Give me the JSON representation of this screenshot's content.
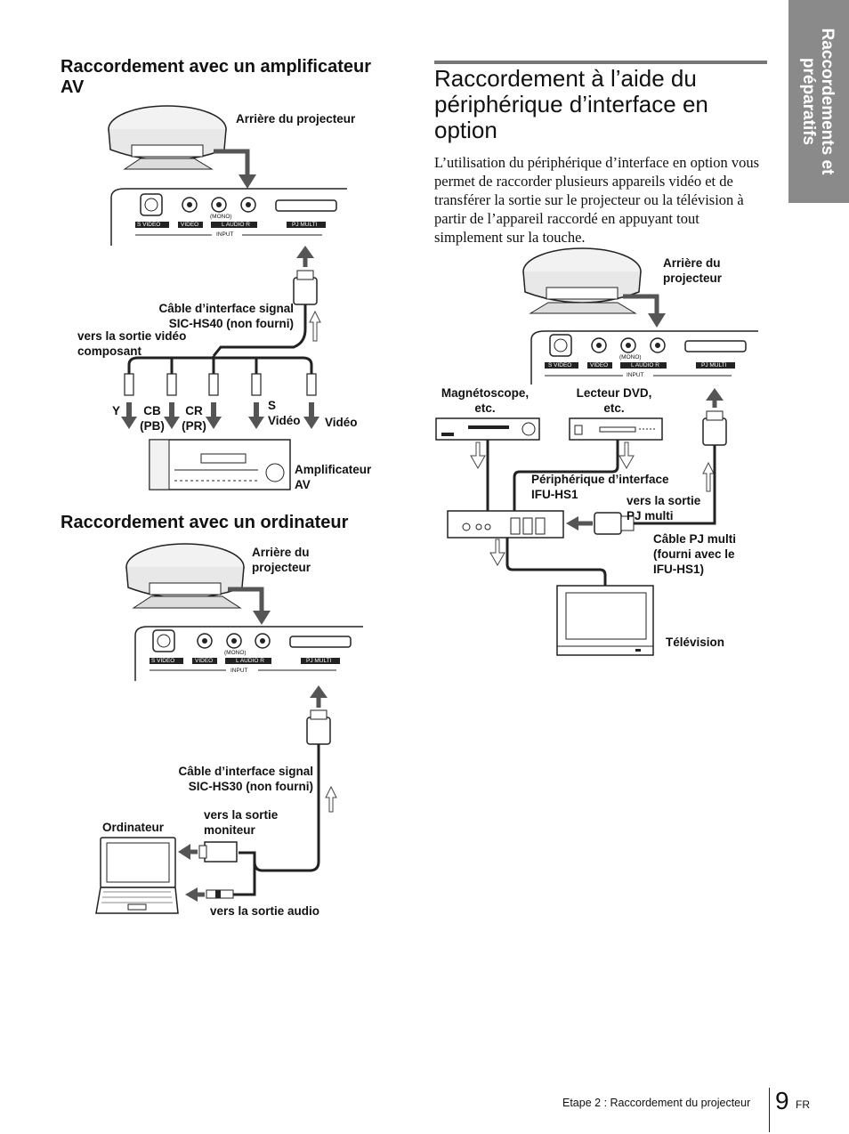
{
  "side_tab": {
    "line1": "Raccordements et",
    "line2": "préparatifs"
  },
  "left": {
    "sec1": {
      "title": "Raccordement avec un amplificateur AV",
      "rear": "Arrière du projecteur",
      "cable": "Câble d’interface signal SIC-HS40 (non fourni)",
      "to_component": "vers la sortie vidéo composant",
      "conn_y": "Y",
      "conn_cb": "CB (PB)",
      "conn_cr": "CR (PR)",
      "conn_s": "S Vidéo",
      "conn_video": "Vidéo",
      "amp": "Amplificateur AV"
    },
    "sec2": {
      "title": "Raccordement avec un ordinateur",
      "rear": "Arrière du projecteur",
      "cable": "Câble d’interface signal SIC-HS30 (non fourni)",
      "computer": "Ordinateur",
      "to_monitor": "vers la sortie moniteur",
      "to_audio": "vers la sortie audio"
    }
  },
  "right": {
    "title": "Raccordement à l’aide du périphérique d’interface en option",
    "body": "L’utilisation du périphérique d’interface en option vous permet de raccorder plusieurs appareils vidéo et de transférer la sortie sur le projecteur ou la télévision à partir de l’appareil raccordé en appuyant tout simplement sur la touche.",
    "rear": "Arrière du projecteur",
    "vcr": "Magnétoscope, etc.",
    "dvd": "Lecteur DVD, etc.",
    "device": "Périphérique d’interface IFU-HS1",
    "to_pj": "vers la sortie PJ multi",
    "pj_cable": "Câble PJ multi (fourni avec le IFU-HS1)",
    "tv": "Télévision"
  },
  "panel": {
    "s_video": "S VIDEO",
    "video": "VIDEO",
    "mono": "(MONO)",
    "audio": "L AUDIO R",
    "pj_multi": "PJ MULTI",
    "input": "INPUT"
  },
  "footer": {
    "text": "Etape 2 : Raccordement du projecteur",
    "page": "9",
    "lang": "FR"
  }
}
